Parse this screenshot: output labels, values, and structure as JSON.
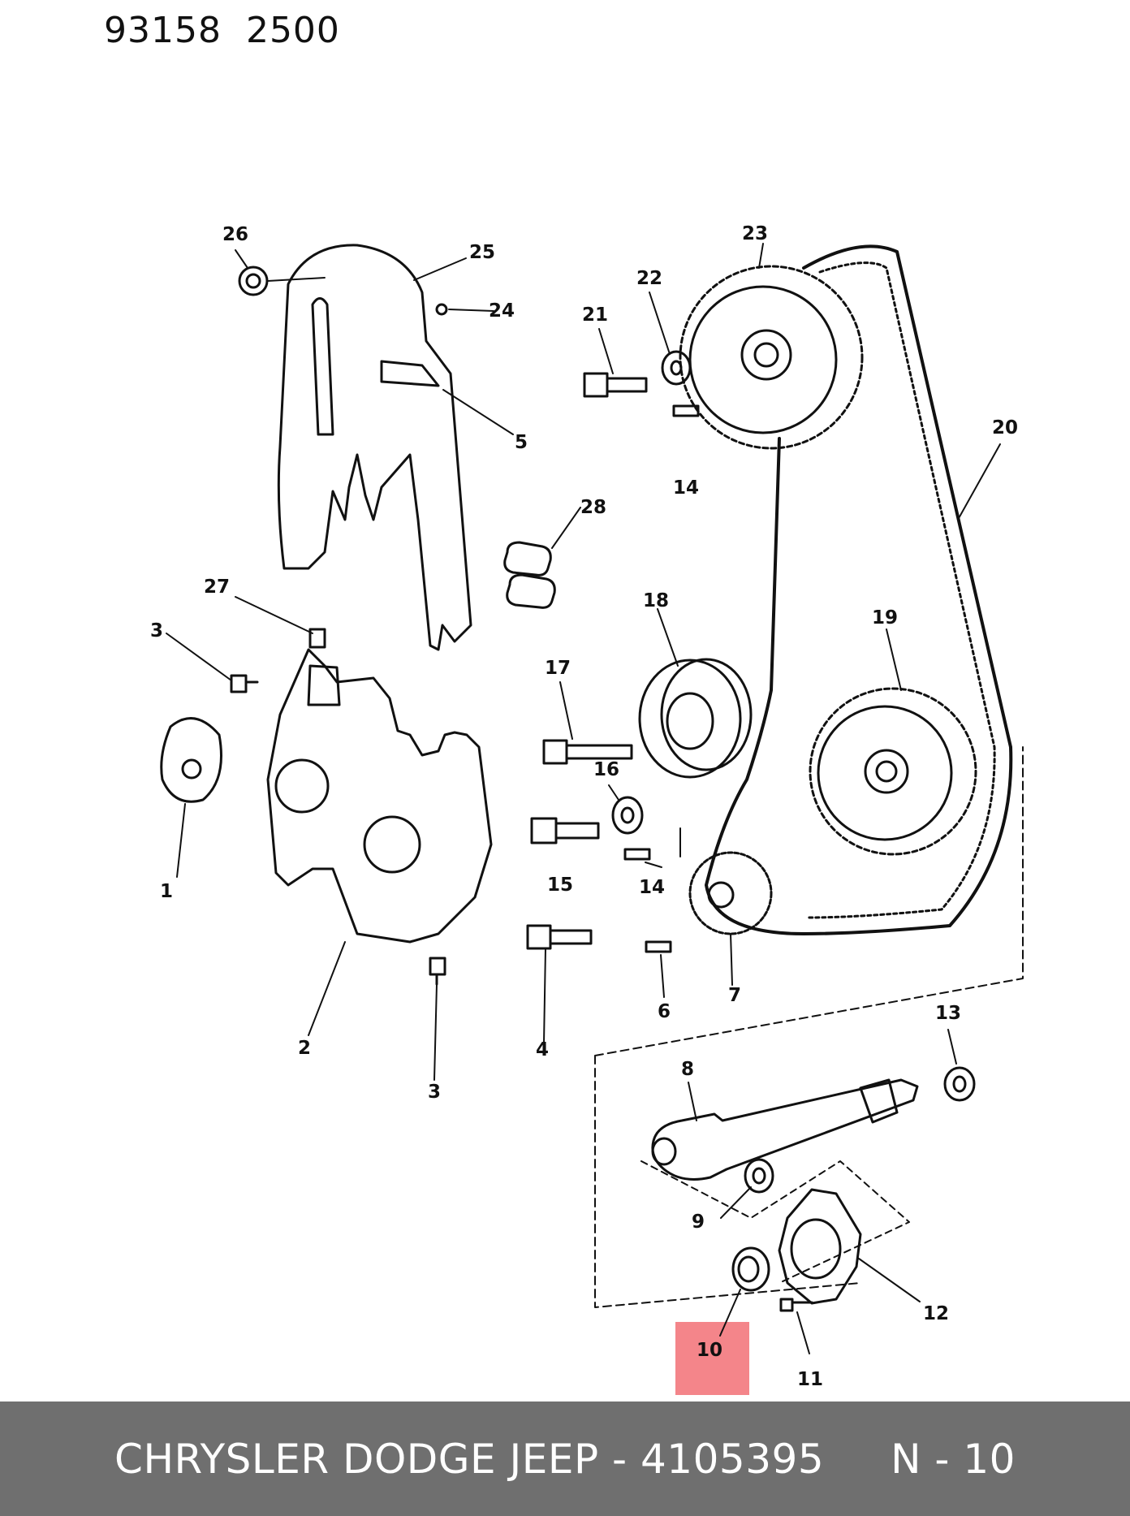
{
  "header": {
    "doc_code": "93158  2500"
  },
  "callouts": [
    "1",
    "2",
    "3",
    "3",
    "4",
    "5",
    "6",
    "7",
    "8",
    "9",
    "10",
    "11",
    "12",
    "13",
    "14",
    "14",
    "15",
    "16",
    "17",
    "18",
    "19",
    "20",
    "21",
    "22",
    "23",
    "24",
    "25",
    "26",
    "27",
    "28"
  ],
  "highlight": {
    "callout": "10",
    "color": "#f4858a"
  },
  "footer": {
    "text": "CHRYSLER DODGE JEEP - 4105395     N - 10",
    "background": "#6f6f6f"
  }
}
